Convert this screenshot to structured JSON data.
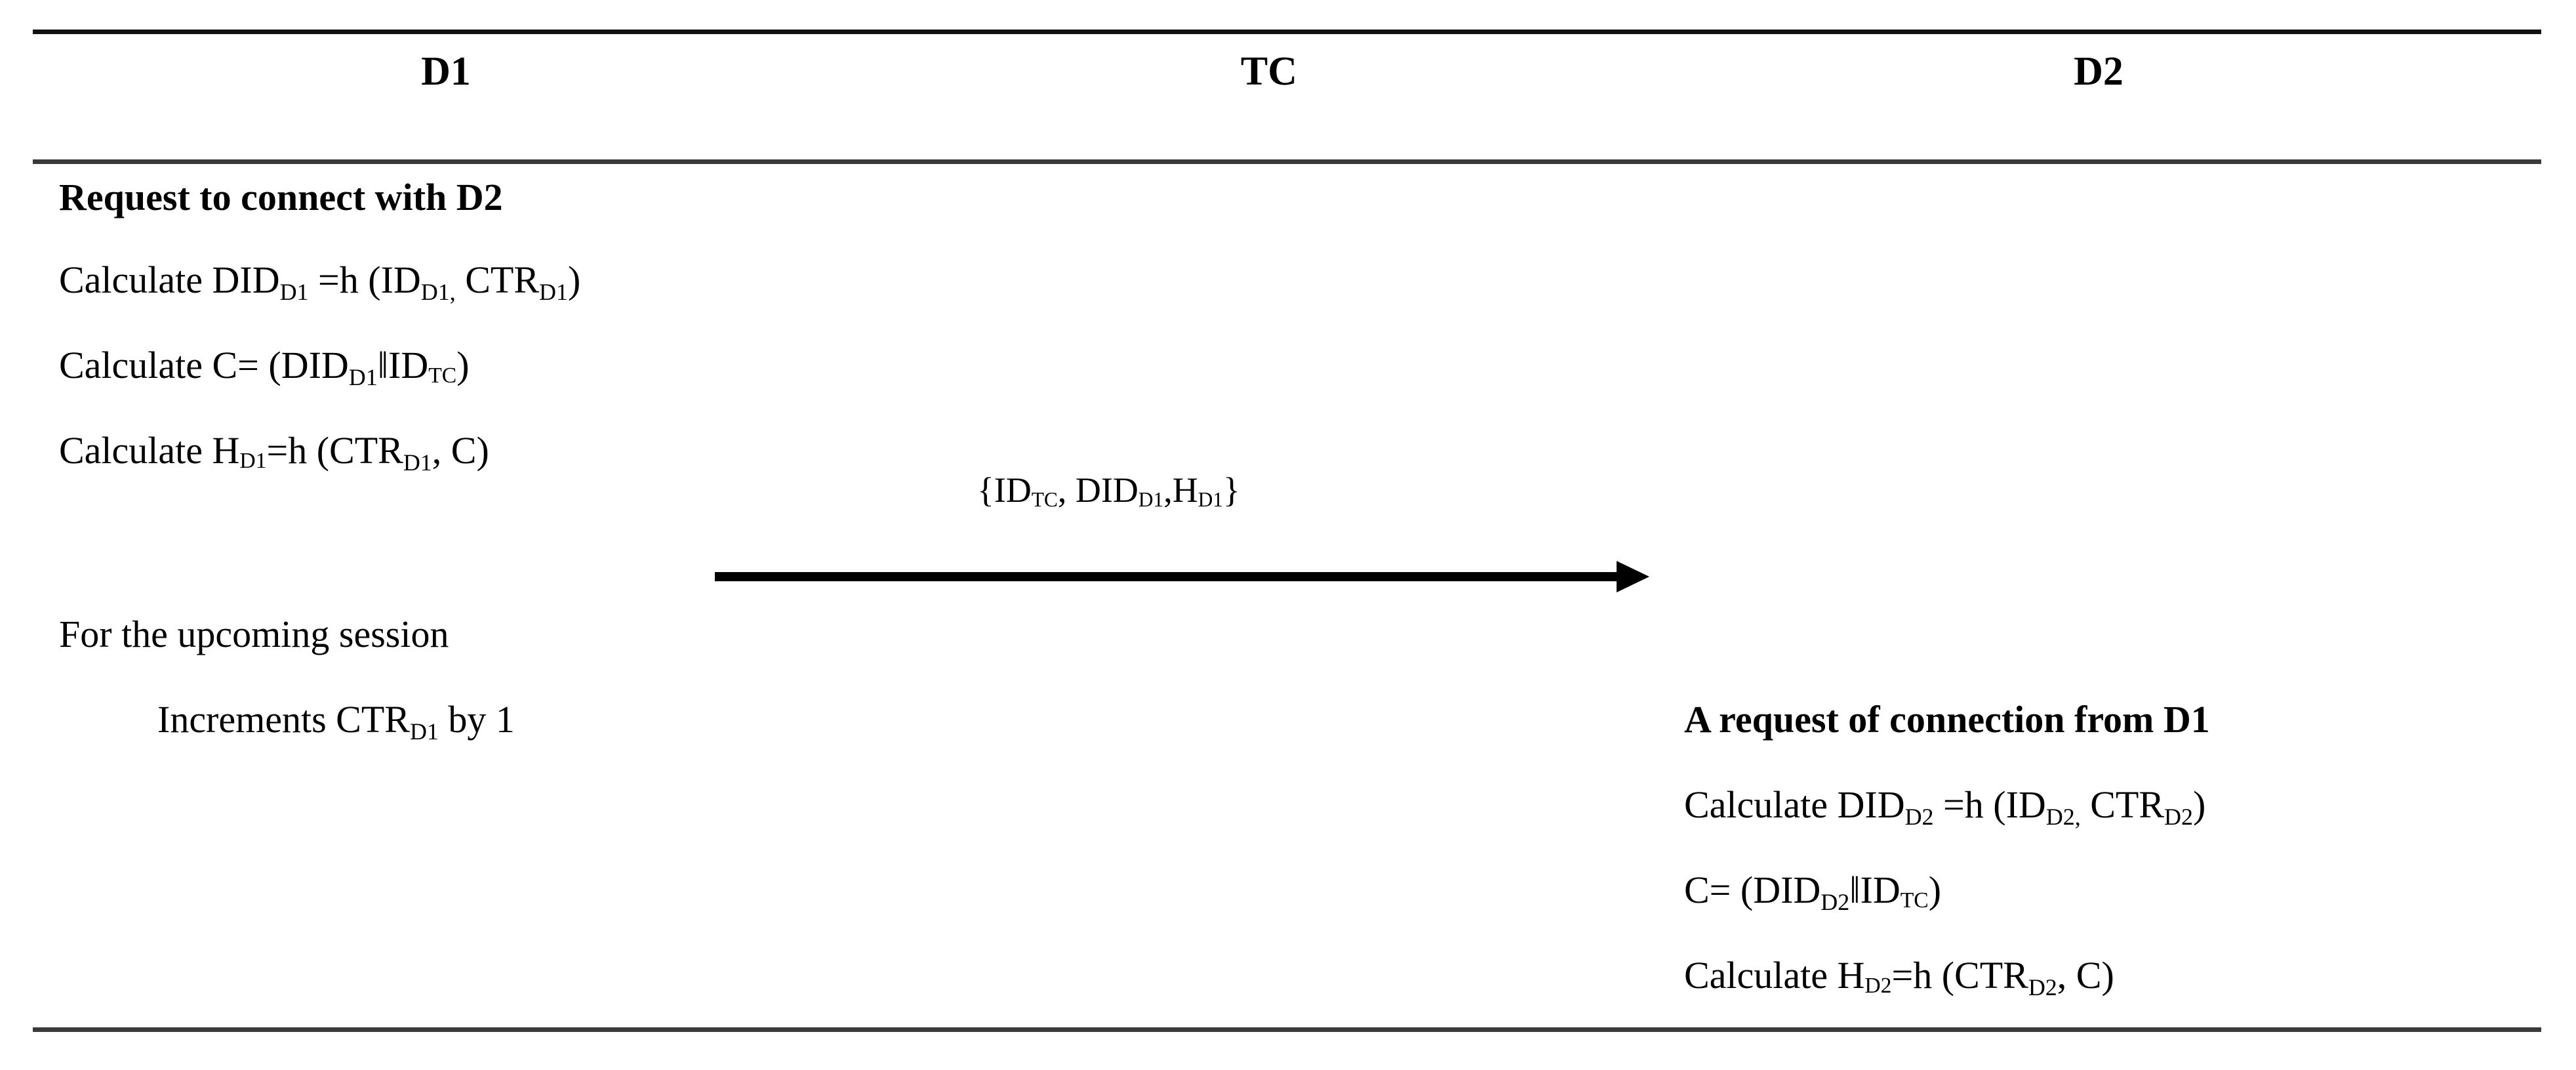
{
  "document": {
    "type": "protocol-sequence-table",
    "columns": [
      {
        "id": "d1",
        "label": "D1"
      },
      {
        "id": "tc",
        "label": "TC"
      },
      {
        "id": "d2",
        "label": "D2"
      }
    ]
  },
  "d1_column": {
    "heading": "Request to connect with D2",
    "step1": {
      "prefix": "Calculate DID",
      "sub1": "D1",
      "mid": " =h (ID",
      "sub2": "D1,",
      "mid2": " CTR",
      "sub3": "D1",
      "suffix": ")"
    },
    "step2": {
      "prefix": "Calculate C= (DID",
      "sub1": "D1",
      "mid": "‖ID",
      "sub2": "TC",
      "suffix": ")"
    },
    "step3": {
      "prefix": "Calculate H",
      "sub1": "D1",
      "mid": "=h (CTR",
      "sub2": "D1",
      "suffix": ", C)"
    },
    "session_note": "For the upcoming session",
    "increment": {
      "prefix": "Increments CTR",
      "sub1": "D1",
      "suffix": " by 1"
    }
  },
  "message": {
    "open": "{ID",
    "sub1": "TC",
    "mid": ", DID",
    "sub2": "D1",
    "mid2": ",H",
    "sub3": "D1",
    "close": "}",
    "direction": "left-to-right",
    "from": "D1",
    "to": "D2"
  },
  "d2_column": {
    "heading": "A request of connection from D1",
    "step1": {
      "prefix": "Calculate DID",
      "sub1": "D2",
      "mid": " =h (ID",
      "sub2": "D2,",
      "mid2": " CTR",
      "sub3": "D2",
      "suffix": ")"
    },
    "step2": {
      "prefix": "C= (DID",
      "sub1": "D2",
      "mid": "‖ID",
      "sub2": "TC",
      "suffix": ")"
    },
    "step3": {
      "prefix": "Calculate H",
      "sub1": "D2",
      "mid": "=h (CTR",
      "sub2": "D2",
      "suffix": ", C)"
    }
  },
  "colors": {
    "text": "#000000",
    "rule": "#1a1a1a",
    "background": "#ffffff"
  }
}
